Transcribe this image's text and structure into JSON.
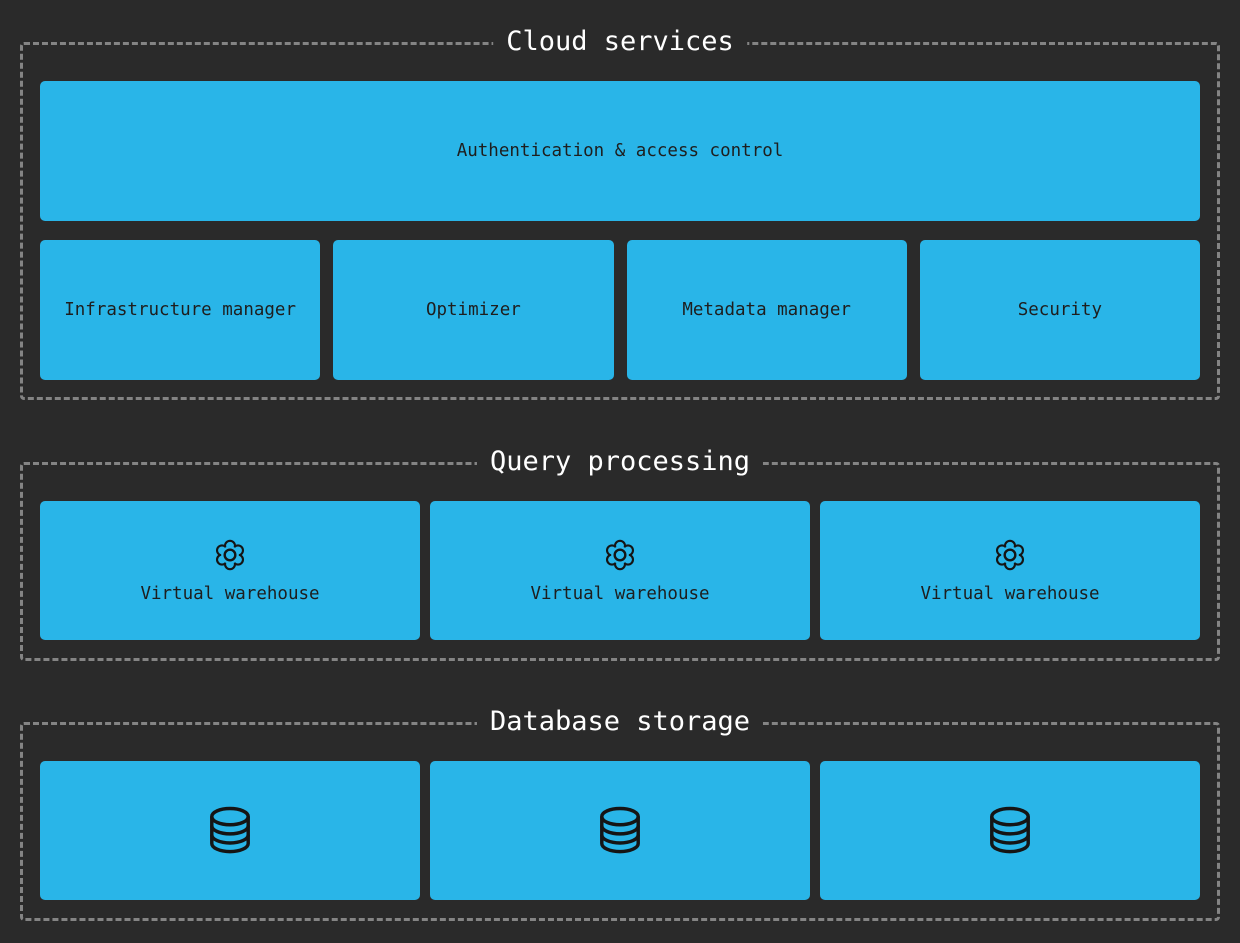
{
  "colors": {
    "background": "#2A2A2A",
    "node_fill": "#29B5E8",
    "node_text": "#1E1E1E",
    "section_border": "#848484",
    "section_title_text": "#FFFFFF",
    "icon_stroke": "#151515"
  },
  "sections": [
    {
      "id": "cloud-services",
      "title": "Cloud services",
      "banner": {
        "label": "Authentication & access control"
      },
      "boxes": [
        {
          "label": "Infrastructure manager"
        },
        {
          "label": "Optimizer"
        },
        {
          "label": "Metadata manager"
        },
        {
          "label": "Security"
        }
      ]
    },
    {
      "id": "query-processing",
      "title": "Query processing",
      "boxes": [
        {
          "icon": "gear-icon",
          "label": "Virtual warehouse"
        },
        {
          "icon": "gear-icon",
          "label": "Virtual warehouse"
        },
        {
          "icon": "gear-icon",
          "label": "Virtual warehouse"
        }
      ]
    },
    {
      "id": "database-storage",
      "title": "Database storage",
      "boxes": [
        {
          "icon": "database-icon"
        },
        {
          "icon": "database-icon"
        },
        {
          "icon": "database-icon"
        }
      ]
    }
  ]
}
